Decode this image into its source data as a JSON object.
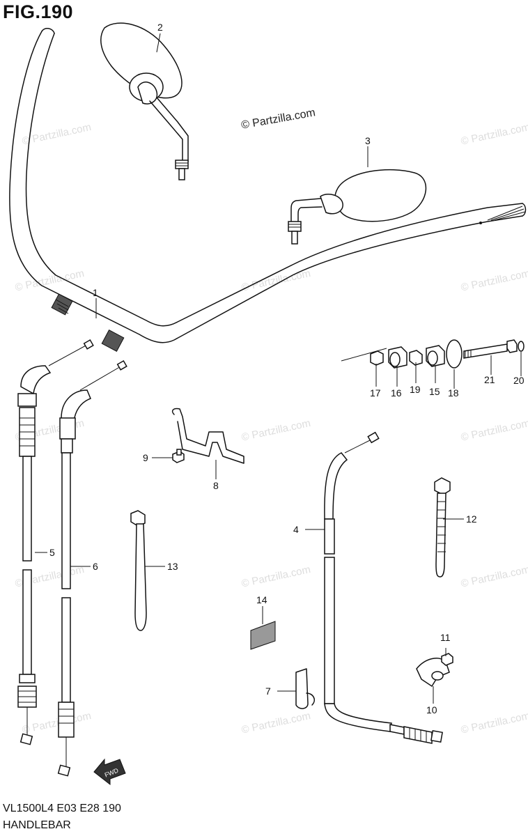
{
  "figure": {
    "title": "FIG.190"
  },
  "copyright": "© Partzilla.com",
  "watermark": "© Partzilla.com",
  "footer": {
    "model_line": "VL1500L4  E03  E28  190",
    "section_name": "HANDLEBAR"
  },
  "fwd_label": "FWD",
  "parts": [
    {
      "no": "1"
    },
    {
      "no": "2"
    },
    {
      "no": "3"
    },
    {
      "no": "4"
    },
    {
      "no": "5"
    },
    {
      "no": "6"
    },
    {
      "no": "7"
    },
    {
      "no": "8"
    },
    {
      "no": "9"
    },
    {
      "no": "10"
    },
    {
      "no": "11"
    },
    {
      "no": "12"
    },
    {
      "no": "13"
    },
    {
      "no": "14"
    },
    {
      "no": "15"
    },
    {
      "no": "16"
    },
    {
      "no": "17"
    },
    {
      "no": "18"
    },
    {
      "no": "19"
    },
    {
      "no": "20"
    },
    {
      "no": "21"
    }
  ]
}
